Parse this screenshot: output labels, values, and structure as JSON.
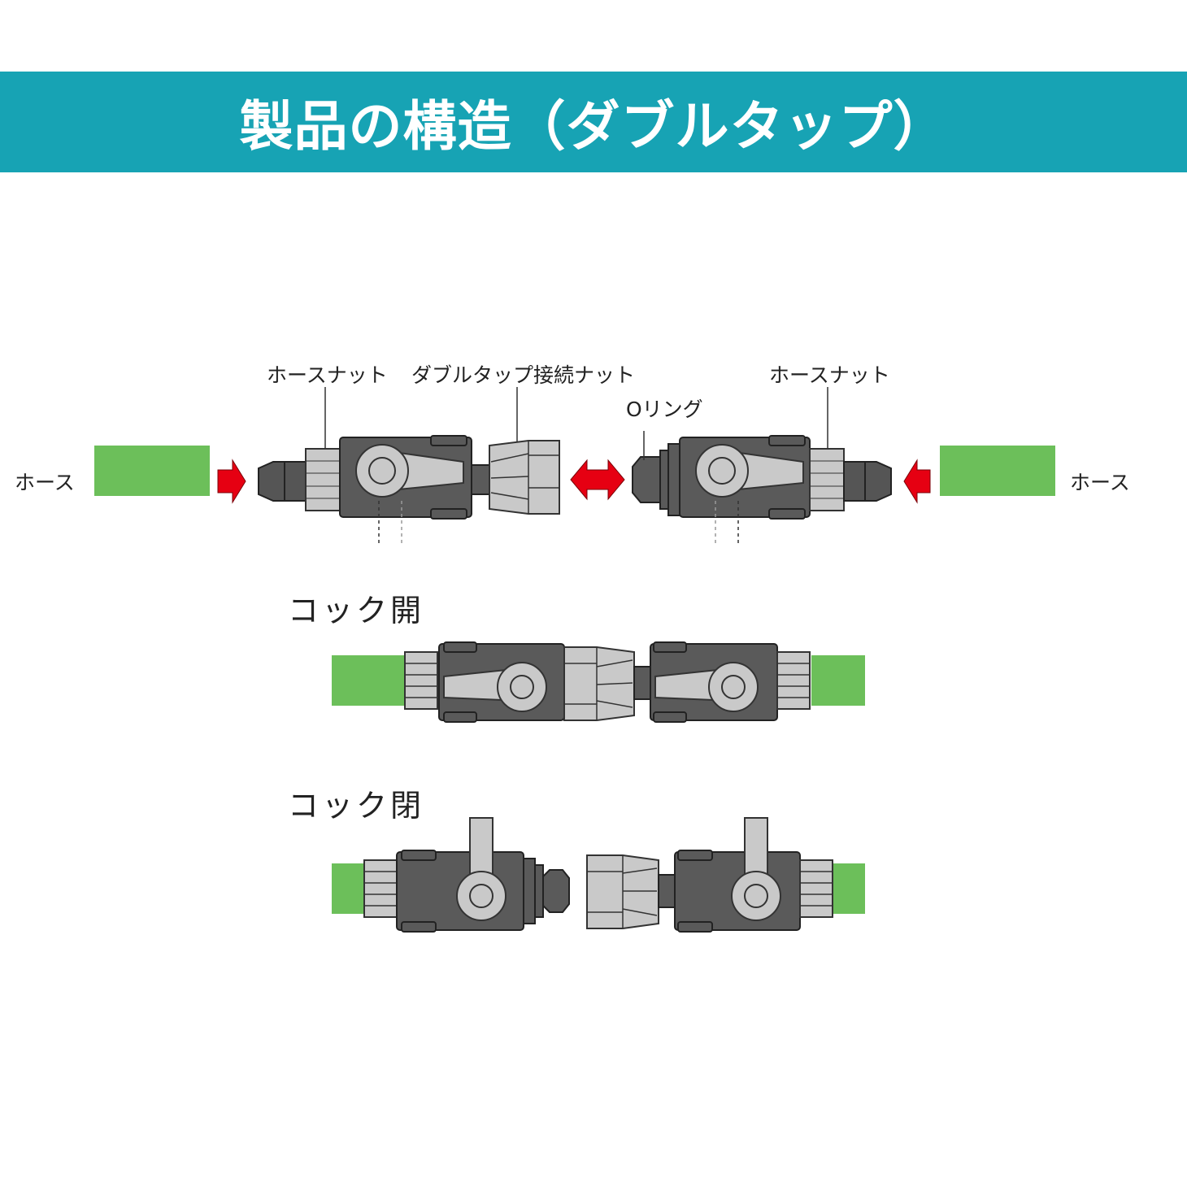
{
  "header": {
    "title": "製品の構造（ダブルタップ）"
  },
  "exploded": {
    "labels": {
      "hose_nut_left": "ホースナット",
      "connector_nut": "ダブルタップ接続ナット",
      "hose_nut_right": "ホースナット",
      "o_ring": "Oリング",
      "hose_left": "ホース",
      "hose_right": "ホース"
    }
  },
  "sections": [
    {
      "title": "コック開"
    },
    {
      "title": "コック閉"
    }
  ],
  "colors": {
    "banner": "#17a3b4",
    "hose": "#6cbf5a",
    "body": "#5a5a5a",
    "light_part": "#c9c9c9",
    "arrow": "#e60012"
  }
}
